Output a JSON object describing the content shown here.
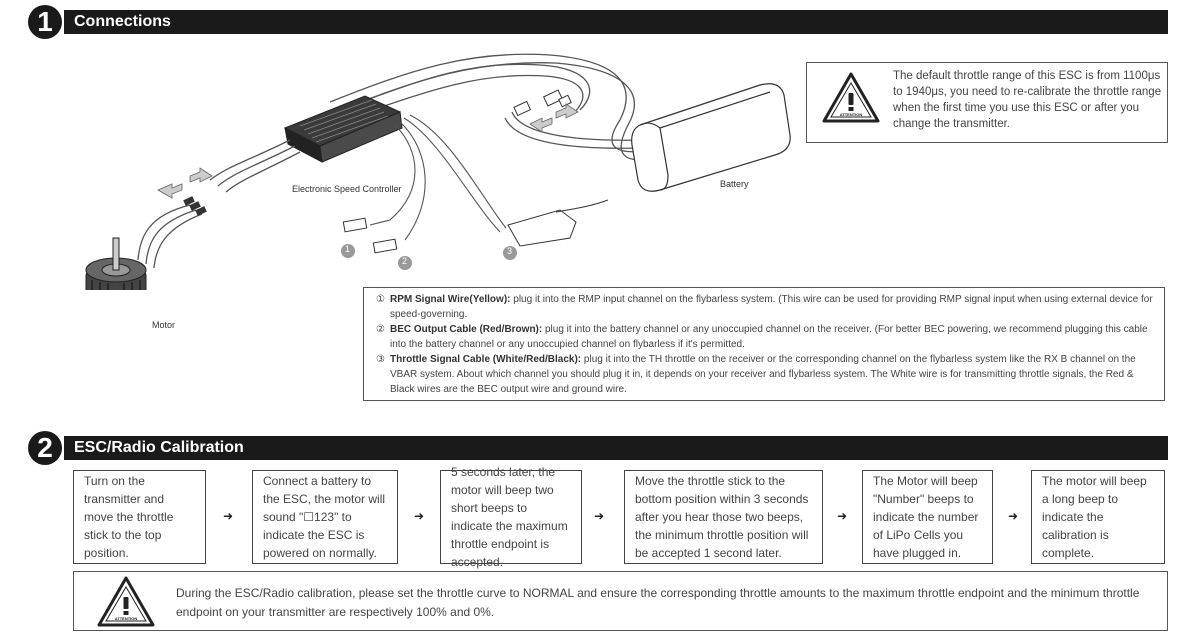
{
  "section1": {
    "number": "1",
    "title": "Connections"
  },
  "section2": {
    "number": "2",
    "title": "ESC/Radio Calibration"
  },
  "diagram": {
    "esc_label": "Electronic Speed Controller",
    "battery_label": "Battery",
    "motor_label": "Motor",
    "markers": [
      "1",
      "2",
      "3"
    ]
  },
  "attention_label": "ATTENTION",
  "throttle_note": "The default throttle range of this ESC is from 1100μs to 1940μs, you need to re-calibrate the throttle range when the first time you use this ESC or after you change the transmitter.",
  "wires": [
    {
      "num": "①",
      "title": "RPM Signal Wire(Yellow):",
      "text": " plug it into the RMP input channel on the flybarless system. (This wire can be used for providing RMP signal input when using external device for speed-governing."
    },
    {
      "num": "②",
      "title": "BEC Output Cable (Red/Brown):",
      "text": " plug it into the battery channel or any unoccupied channel on the receiver. (For better BEC powering, we recommend plugging this cable into the battery channel or any unoccupied channel on flybarless if it's permitted."
    },
    {
      "num": "③",
      "title": "Throttle Signal Cable (White/Red/Black):",
      "text": " plug it into the TH throttle on the receiver or the corresponding channel on the flybarless system like the RX B channel on the VBAR system. About which channel you should plug it in, it depends on your receiver and flybarless system. The White wire is for transmitting throttle signals, the Red & Black wires are the BEC output wire and ground wire."
    }
  ],
  "steps": [
    "Turn on the transmitter and move the throttle stick to the top position.",
    "Connect a battery to the ESC, the motor will sound \"☐123\" to indicate the ESC is powered on normally.",
    "5 seconds later, the motor will beep two short beeps to indicate the maximum throttle endpoint is accepted.",
    "Move the throttle stick to the bottom position within 3 seconds after you hear those two beeps, the minimum throttle position will be accepted 1 second later.",
    "The Motor will beep \"Number\" beeps to indicate the number of LiPo Cells you have plugged in.",
    "The motor will beep a long beep to indicate the calibration is complete."
  ],
  "arrow_glyph": "➜",
  "calibration_note": "During the ESC/Radio calibration, please set the throttle curve to NORMAL and ensure the corresponding throttle amounts to the maximum throttle endpoint and the minimum throttle endpoint on your transmitter are respectively 100% and 0%."
}
